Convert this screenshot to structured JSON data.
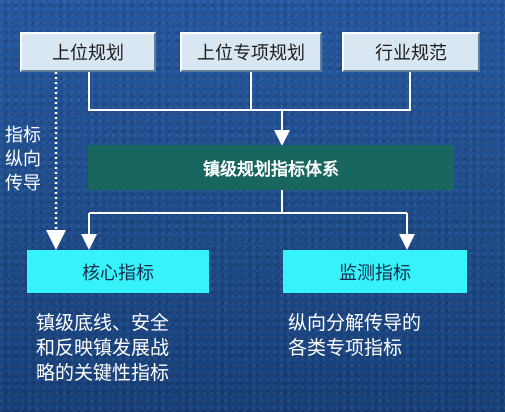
{
  "top_boxes": [
    {
      "label": "上位规划"
    },
    {
      "label": "上位专项规划"
    },
    {
      "label": "行业规范"
    }
  ],
  "center_box": {
    "label": "镇级规划指标体系"
  },
  "bottom_boxes": [
    {
      "label": "核心指标"
    },
    {
      "label": "监测指标"
    }
  ],
  "side_label": {
    "lines": [
      "指标",
      "纵向",
      "传导"
    ]
  },
  "captions": {
    "left": "镇级底线、安全\n和反映镇发展战\n略的关键性指标",
    "right": "纵向分解传导的\n各类专项指标"
  },
  "colors": {
    "background": "#1f4e8f",
    "top_box_fill": "#d9e7f3",
    "center_box_fill": "#17675e",
    "bottom_box_fill": "#35f3f8",
    "connector": "#ffffff"
  }
}
